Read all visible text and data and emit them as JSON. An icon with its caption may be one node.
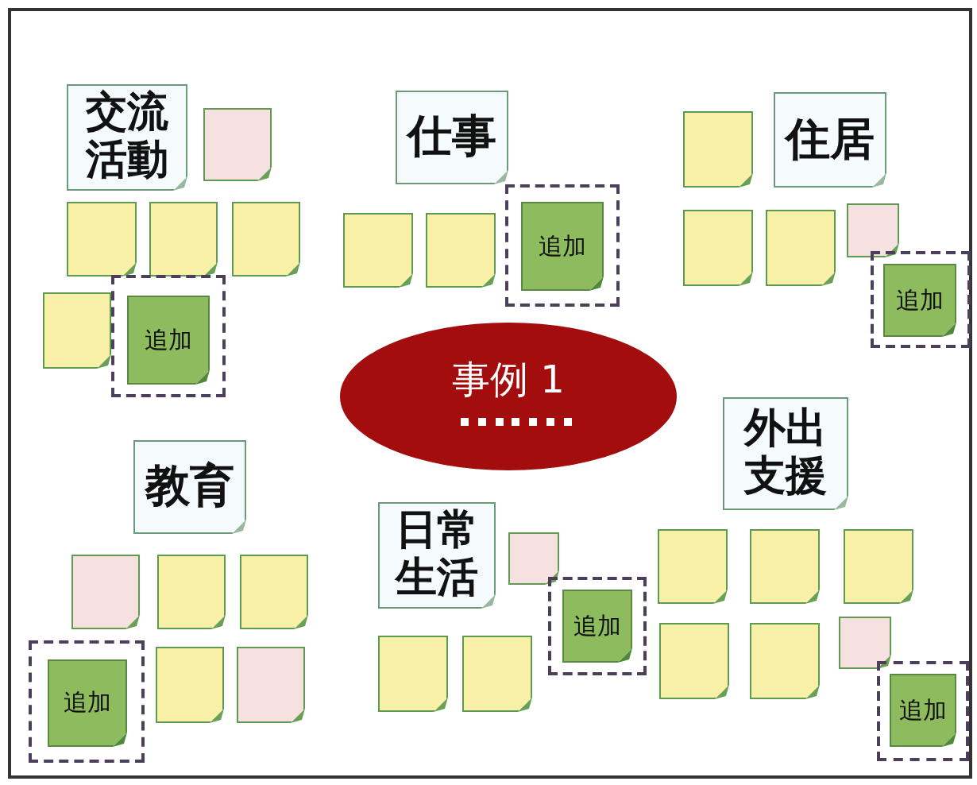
{
  "diagram": {
    "nodes": [
      {
        "text": [
          "交流活動"
        ]
      },
      {
        "text": [],
        "shape": "box"
      },
      {
        "text": [],
        "shape": "box"
      },
      {
        "text": [],
        "shape": "box"
      },
      {
        "text": [],
        "shape": "box"
      },
      {
        "text": [],
        "shape": "box"
      },
      {
        "text": [
          "追加"
        ]
      },
      {
        "text": [
          "仕事"
        ]
      },
      {
        "text": [],
        "shape": "box"
      },
      {
        "text": [],
        "shape": "box"
      },
      {
        "text": [
          "追加"
        ]
      },
      {
        "text": [],
        "shape": "box"
      },
      {
        "text": [
          "住居"
        ]
      },
      {
        "text": [],
        "shape": "box"
      },
      {
        "text": [],
        "shape": "box"
      },
      {
        "text": [],
        "shape": "box"
      },
      {
        "text": [
          "追加"
        ]
      },
      {
        "text": [
          "事例 1"
        ]
      },
      {
        "text": [
          "教育"
        ]
      },
      {
        "text": [],
        "shape": "box"
      },
      {
        "text": [],
        "shape": "box"
      },
      {
        "text": [],
        "shape": "box"
      },
      {
        "text": [
          "追加"
        ]
      },
      {
        "text": [],
        "shape": "box"
      },
      {
        "text": [],
        "shape": "box"
      },
      {
        "text": [
          "日常生活"
        ]
      },
      {
        "text": [],
        "shape": "box"
      },
      {
        "text": [
          "追加"
        ]
      },
      {
        "text": [],
        "shape": "box"
      },
      {
        "text": [],
        "shape": "box"
      },
      {
        "text": [
          "外出支援"
        ]
      },
      {
        "text": [],
        "shape": "box"
      },
      {
        "text": [],
        "shape": "box"
      },
      {
        "text": [],
        "shape": "box"
      },
      {
        "text": [],
        "shape": "box"
      },
      {
        "text": [],
        "shape": "box"
      },
      {
        "text": [],
        "shape": "box"
      },
      {
        "text": [
          "追加"
        ]
      }
    ]
  }
}
